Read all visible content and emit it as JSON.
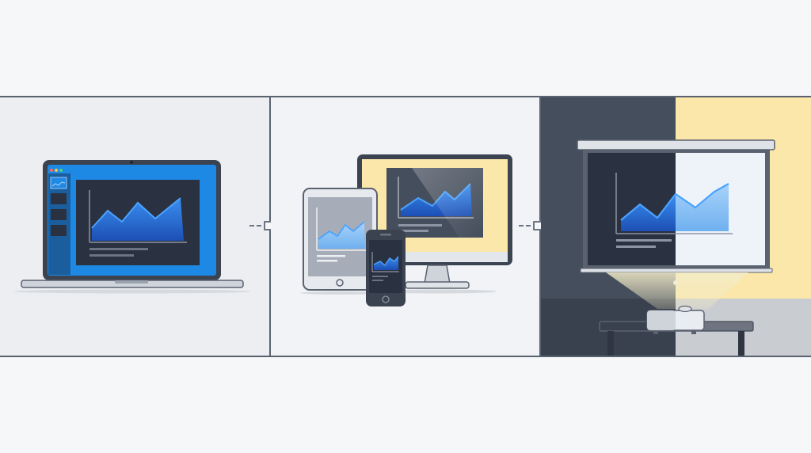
{
  "colors": {
    "page_bg": "#f6f7f9",
    "panel_bg": "#eceef1",
    "border": "#5a6270",
    "device_dark": "#3b4250",
    "screen_dark": "#2a3140",
    "accent_blue": "#1e88e5",
    "chart_blue": "#2f7fe0",
    "chart_light_blue": "#8fc3f5",
    "yellow": "#fbe7a9",
    "slate_dark": "#454e5c",
    "projector_white": "#e9edf2"
  },
  "panels": [
    {
      "id": "laptop-panel",
      "device": "laptop"
    },
    {
      "id": "multi-device-panel",
      "device": "tablet-monitor-phone"
    },
    {
      "id": "projector-panel",
      "device": "projector-screen"
    }
  ],
  "arrows": [
    "arrow-right-icon",
    "arrow-right-icon"
  ]
}
